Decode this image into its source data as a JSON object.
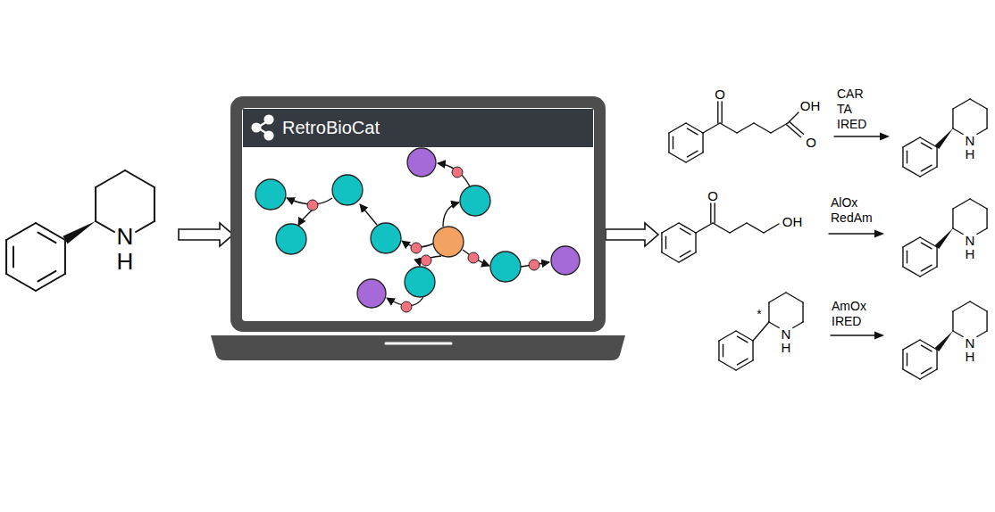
{
  "diagram": {
    "nodes": [
      {
        "text": [
          "RetroBioCat"
        ]
      }
    ],
    "labels": [
      "N",
      "H",
      "O",
      "OH",
      "O",
      "CAR",
      "TA",
      "IRED",
      "N",
      "H",
      "O",
      "OH",
      "AlOx",
      "RedAm",
      "N",
      "H",
      "*",
      "N",
      "H",
      "AmOx",
      "IRED",
      "N",
      "H"
    ]
  }
}
